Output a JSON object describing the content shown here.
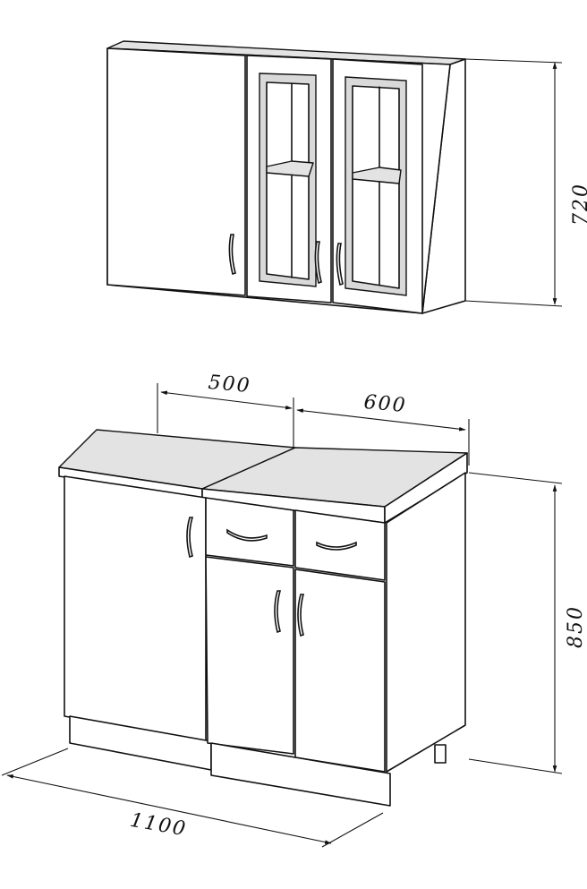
{
  "dimensions": {
    "upper_height": "720",
    "base_height": "850",
    "top_width_left": "500",
    "top_width_right": "600",
    "total_width": "1100"
  }
}
